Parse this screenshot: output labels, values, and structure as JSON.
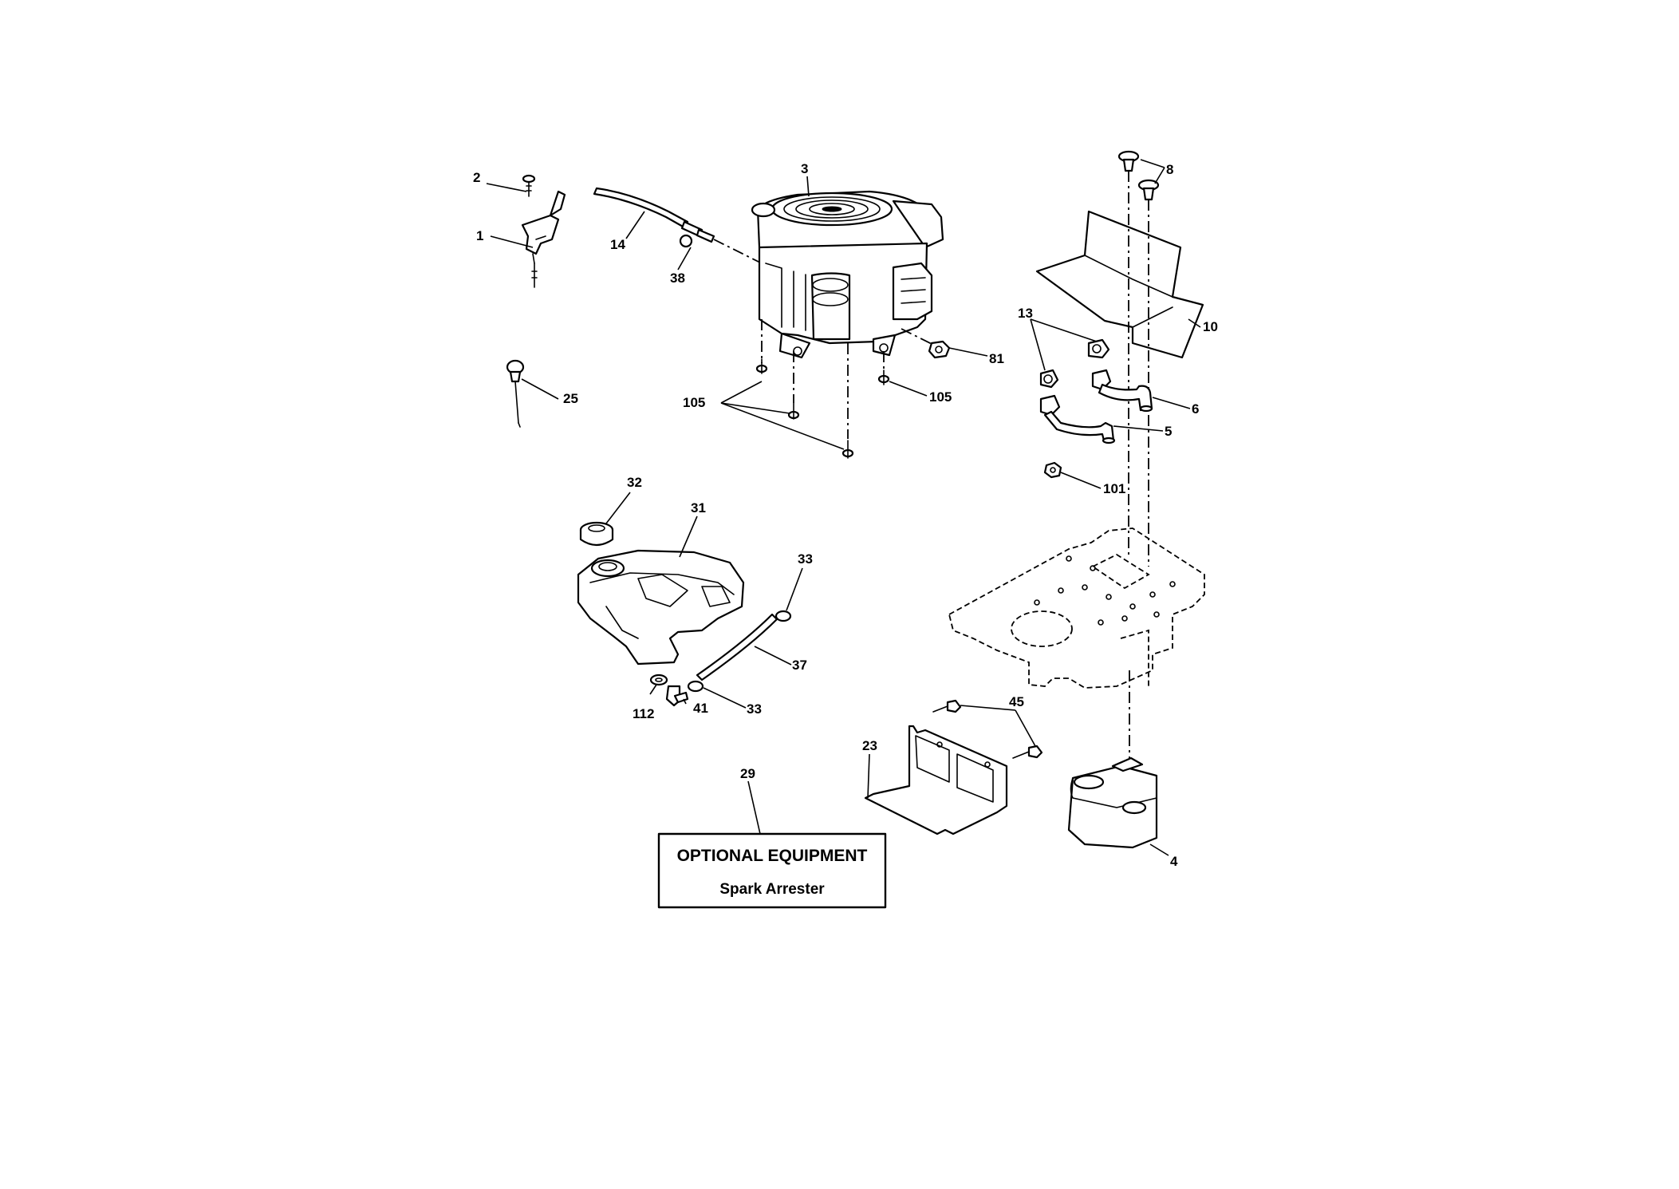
{
  "callouts": {
    "c1": "1",
    "c2": "2",
    "c3": "3",
    "c4": "4",
    "c5": "5",
    "c6": "6",
    "c8": "8",
    "c10": "10",
    "c13": "13",
    "c14": "14",
    "c23": "23",
    "c25": "25",
    "c29": "29",
    "c31": "31",
    "c32": "32",
    "c33a": "33",
    "c33b": "33",
    "c37": "37",
    "c38": "38",
    "c41": "41",
    "c45": "45",
    "c81": "81",
    "c101": "101",
    "c105a": "105",
    "c105b": "105",
    "c112": "112"
  },
  "optional_box": {
    "title": "OPTIONAL EQUIPMENT",
    "subtitle": "Spark Arrester"
  },
  "colors": {
    "line": "#000000",
    "background": "#ffffff"
  }
}
